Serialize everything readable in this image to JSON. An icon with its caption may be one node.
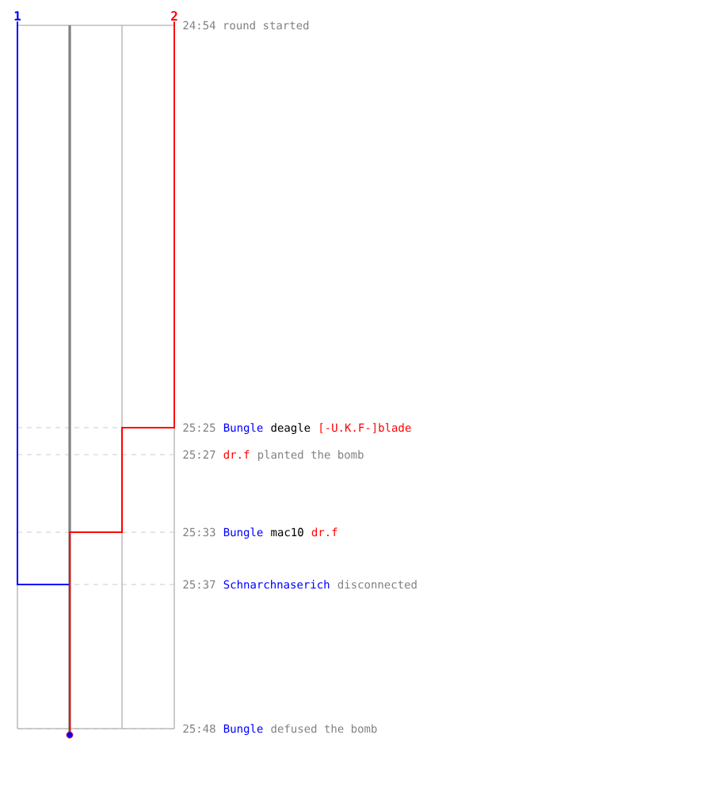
{
  "diagram": {
    "nodes": [
      {
        "text": [
          "1"
        ]
      },
      {
        "text": [
          "2"
        ]
      },
      {
        "text": [],
        "shape": "circle"
      }
    ],
    "edges": [
      {
        "from": 0,
        "to": 2,
        "arrow": "none",
        "color": "#0000ff"
      },
      {
        "from": 1,
        "to": 2,
        "arrow": "none",
        "color": "#ff0000"
      }
    ],
    "labels": [
      "24:54 round started",
      "25:25",
      "Bungle",
      "deagle",
      "[-U.K.F-]blade",
      "25:27",
      "dr.f",
      "planted the bomb",
      "25:33",
      "Bungle",
      "mac10",
      "dr.f",
      "25:37",
      "Schnarchnaserich",
      "disconnected",
      "25:48",
      "Bungle",
      "defused the bomb"
    ]
  }
}
